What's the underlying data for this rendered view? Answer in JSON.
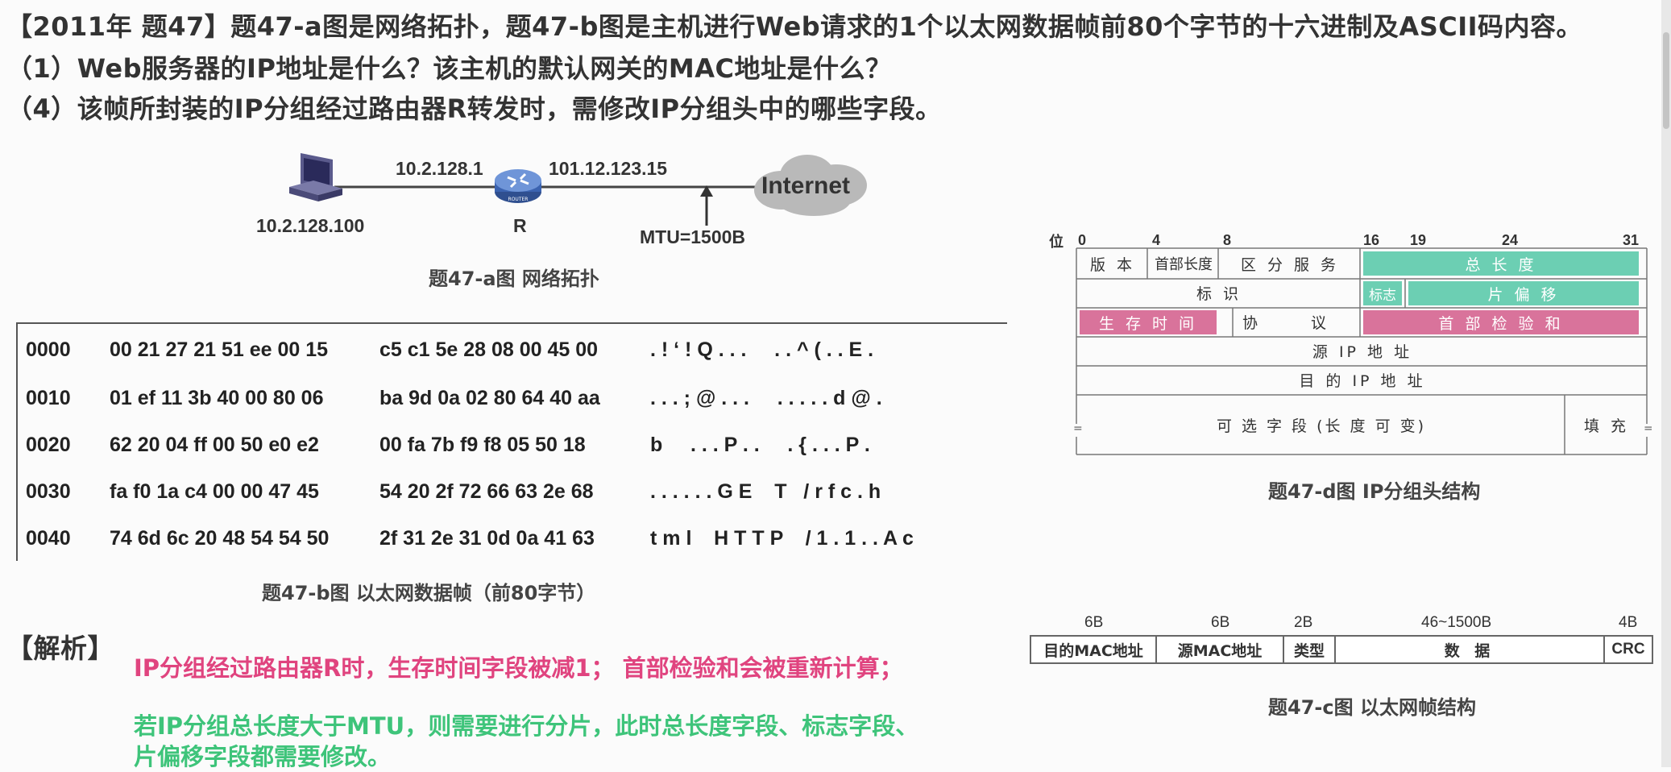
{
  "questions": {
    "title": "【2011年 题47】题47-a图是网络拓扑，题47-b图是主机进行Web请求的1个以太网数据帧前80个字节的十六进制及ASCII码内容。",
    "q1": "（1）Web服务器的IP地址是什么？该主机的默认网关的MAC地址是什么？",
    "q4": "（4）该帧所封装的IP分组经过路由器R转发时，需修改IP分组头中的哪些字段。"
  },
  "topology": {
    "router_left_ip": "10.2.128.1",
    "router_right_ip": "101.12.123.15",
    "host_ip": "10.2.128.100",
    "router_label": "R",
    "router_badge": "ROUTER",
    "internet_label": "Internet",
    "mtu_label": "MTU=1500B",
    "caption": "题47-a图 网络拓扑"
  },
  "hexdump": {
    "rows": [
      {
        "offset": "0000",
        "hex1": "00 21 27 21 51 ee 00 15",
        "hex2": "c5 c1 5e 28 08 00 45 00",
        "ascii": ". ! ‘ ! Q . . .     . . ^ ( . . E ."
      },
      {
        "offset": "0010",
        "hex1": "01 ef 11 3b 40 00 80 06",
        "hex2": "ba 9d 0a 02 80 64 40 aa",
        "ascii": ". . . ; @ . . .     . . . . . d @ ."
      },
      {
        "offset": "0020",
        "hex1": "62 20 04 ff 00 50 e0 e2",
        "hex2": "00 fa 7b f9 f8 05 50 18",
        "ascii": "b     . . . P . .     . { . . . P ."
      },
      {
        "offset": "0030",
        "hex1": "fa f0 1a c4 00 00 47 45",
        "hex2": "54 20 2f 72 66 63 2e 68",
        "ascii": ". . . . . . G E    T   / r f c . h"
      },
      {
        "offset": "0040",
        "hex1": "74 6d 6c 20 48 54 54 50",
        "hex2": "2f 31 2e 31 0d 0a 41 63",
        "ascii": "t m l    H T T P    / 1 . 1 . . A c"
      }
    ],
    "caption": "题47-b图 以太网数据帧（前80字节）"
  },
  "ip_header": {
    "bit_label": "位",
    "bits": [
      "0",
      "4",
      "8",
      "16",
      "19",
      "24",
      "31"
    ],
    "fields": {
      "version": "版 本",
      "ihl": "首部长度",
      "tos": "区 分 服 务",
      "total_length": "总 长 度",
      "identification": "标 识",
      "flags": "标志",
      "fragment_offset": "片 偏 移",
      "ttl": "生 存 时 间",
      "protocol": "协 议",
      "checksum": "首 部 检 验 和",
      "src": "源 IP 地 址",
      "dst": "目 的 IP 地 址",
      "options": "可 选 字 段 (长 度 可 变)",
      "padding": "填 充"
    },
    "caption": "题47-d图 IP分组头结构"
  },
  "eth_frame": {
    "sizes": [
      "6B",
      "6B",
      "2B",
      "46~1500B",
      "4B"
    ],
    "fields": [
      "目的MAC地址",
      "源MAC地址",
      "类型",
      "数 据",
      "CRC"
    ],
    "caption": "题47-c图 以太网帧结构"
  },
  "analysis": {
    "label": "【解析】",
    "line1": "IP分组经过路由器R时，生存时间字段被减1；  首部检验和会被重新计算；",
    "line2": "若IP分组总长度大于MTU，则需要进行分片，此时总长度字段、标志字段、",
    "line3": "片偏移字段都需要修改。"
  },
  "colors": {
    "teal": "#6ccfb3",
    "pink": "#d9739b",
    "answer_pink": "#e0447f",
    "answer_green": "#3ec47a"
  }
}
